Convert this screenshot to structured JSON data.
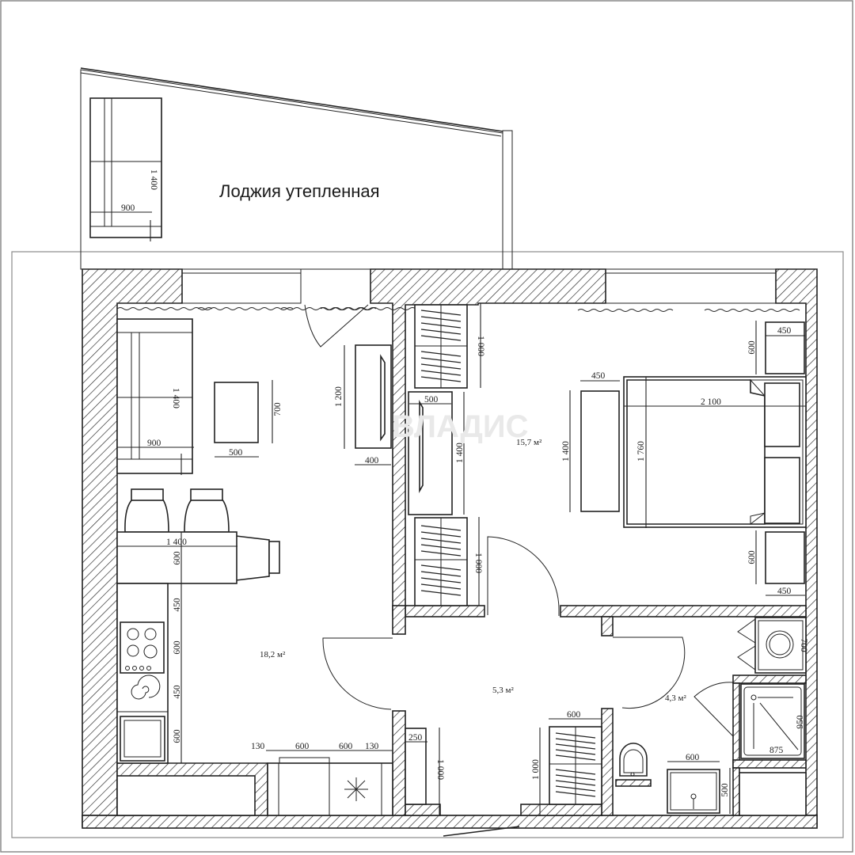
{
  "title": "Лоджия утепленная",
  "watermark": "ВЛАДИС",
  "colors": {
    "line": "#222222",
    "background": "#ffffff",
    "frame": "#8a8a8a",
    "watermark": "#e9e9e9"
  },
  "rooms": {
    "living_kitchen": {
      "area": "18,2 м²"
    },
    "bedroom": {
      "area": "15,7 м²"
    },
    "hallway": {
      "area": "5,3 м²"
    },
    "bathroom": {
      "area": "4,3 м²"
    }
  },
  "dimensions": {
    "loggia_sofa_width": "900",
    "loggia_sofa_length": "1 400",
    "sofa_width": "900",
    "sofa_length": "1 400",
    "coffee_table_width": "500",
    "coffee_table_length": "700",
    "tv_stand_length": "1 200",
    "tv_stand_depth": "400",
    "wardrobe_top_length": "1 000",
    "tv_unit_width": "500",
    "tv_unit_length": "1 400",
    "wardrobe_bottom_length": "1 000",
    "bar_counter_length": "1 400",
    "bar_counter_depth": "600",
    "kitchen_seg_1": "450",
    "kitchen_seg_2": "600",
    "kitchen_seg_3": "450",
    "kitchen_seg_4": "600",
    "kitchen_bottom_1": "130",
    "kitchen_bottom_2": "600",
    "kitchen_bottom_3": "600",
    "kitchen_bottom_4": "130",
    "hall_niche_width": "250",
    "hall_niche_length": "1 000",
    "hall_wardrobe_width": "600",
    "hall_wardrobe_length": "1 000",
    "dresser_width": "450",
    "dresser_length": "1 400",
    "bed_length": "2 100",
    "bed_width": "1 760",
    "nightstand_top_width": "450",
    "nightstand_top_depth": "600",
    "nightstand_bottom_width": "450",
    "nightstand_bottom_depth": "600",
    "washer_size": "700",
    "shower_length": "950",
    "shower_width": "875",
    "sink_width": "600",
    "sink_depth": "500"
  }
}
